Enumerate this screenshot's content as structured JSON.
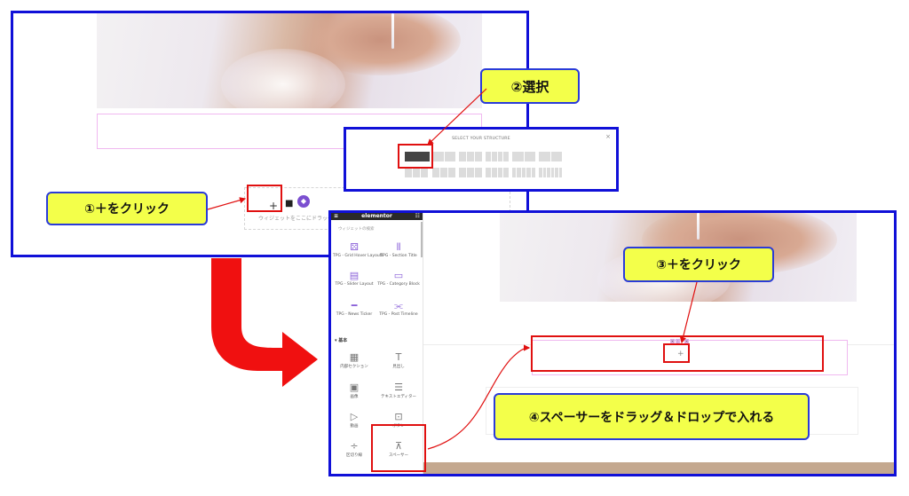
{
  "callouts": {
    "step1": "①＋をクリック",
    "step2": "②選択",
    "step3": "③＋をクリック",
    "step4": "④スペーサーをドラッグ＆ドロップで入れる"
  },
  "screen1": {
    "plus_button": "+",
    "folder_icon": "■",
    "template_icon": "◆",
    "drag_hint": "ウィジェットをここにドラッグ"
  },
  "structure_popup": {
    "title": "SELECT YOUR STRUCTURE",
    "close": "×"
  },
  "panel": {
    "brand": "elementor",
    "hamburger": "≡",
    "grid": "☷",
    "search_placeholder": "ウィジェットの検索",
    "widgets_top": [
      {
        "icon": "⚄",
        "label": "TPG - Grid Hover Layouts"
      },
      {
        "icon": "⫴",
        "label": "TPG - Section Title"
      },
      {
        "icon": "▤",
        "label": "TPG - Slider Layout"
      },
      {
        "icon": "▭",
        "label": "TPG - Category Block"
      },
      {
        "icon": "━",
        "label": "TPG - News Ticker"
      },
      {
        "icon": "⫘",
        "label": "TPG - Post Timeline"
      }
    ],
    "section_basic": "▾ 基本",
    "widgets_basic": [
      {
        "icon": "▦",
        "label": "内部セクション"
      },
      {
        "icon": "T",
        "label": "見出し"
      },
      {
        "icon": "▣",
        "label": "画像"
      },
      {
        "icon": "☰",
        "label": "テキストエディター"
      },
      {
        "icon": "▷",
        "label": "動画"
      },
      {
        "icon": "⊡",
        "label": "ボタン"
      },
      {
        "icon": "÷",
        "label": "区切り線"
      },
      {
        "icon": "⊼",
        "label": "スペーサー"
      }
    ]
  },
  "screen2": {
    "plus_button": "+",
    "handle_left": "×",
    "handle_mid": "⋮",
    "handle_right": "×"
  },
  "colors": {
    "frame_border": "#1010d8",
    "callout_bg": "#f3ff4a",
    "highlight_red": "#e01010",
    "flow_arrow": "#f01010"
  }
}
